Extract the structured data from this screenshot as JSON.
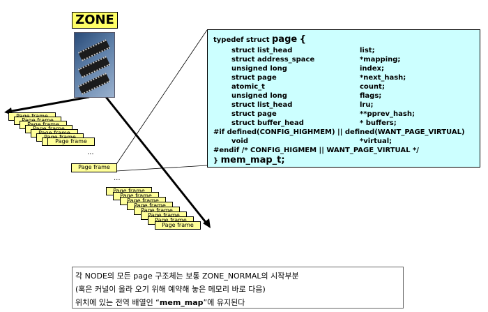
{
  "zone_label": "ZONE",
  "page_frame_label": "Page frame",
  "ellipsis": "...",
  "code": {
    "header_kw": "typedef struct",
    "header_name": "page",
    "header_brace": "{",
    "fields": [
      {
        "type": "struct list_head",
        "name": "list;"
      },
      {
        "type": "struct address_space",
        "name": "*mapping;"
      },
      {
        "type": "unsigned long",
        "name": "index;"
      },
      {
        "type": "struct page",
        "name": "*next_hash;"
      },
      {
        "type": "atomic_t",
        "name": "count;"
      },
      {
        "type": "unsigned long",
        "name": "flags;"
      },
      {
        "type": "struct list_head",
        "name": "lru;"
      },
      {
        "type": "struct page",
        "name": "**pprev_hash;"
      },
      {
        "type": "struct buffer_head",
        "name": "* buffers;"
      }
    ],
    "if_line": "#if defined(CONFIG_HIGHMEM) || defined(WANT_PAGE_VIRTUAL)",
    "virtual_type": "void",
    "virtual_name": "*virtual;",
    "endif_line": "#endif /* CONFIG_HIGMEM || WANT_PAGE_VIRTUAL */",
    "closing_brace": "}",
    "typedef_name": "mem_map_t;"
  },
  "note": {
    "line1": "각 NODE의 모든 page 구조체는 보통 ZONE_NORMAL의 시작부분",
    "line2": "(혹은 커널이 올라 오기 위해 예약해 놓은 메모리 바로 다음)",
    "line3_prefix": "위치에 있는 전역 배열인 “",
    "line3_bold": "mem_map",
    "line3_suffix": "”에 유지된다"
  }
}
